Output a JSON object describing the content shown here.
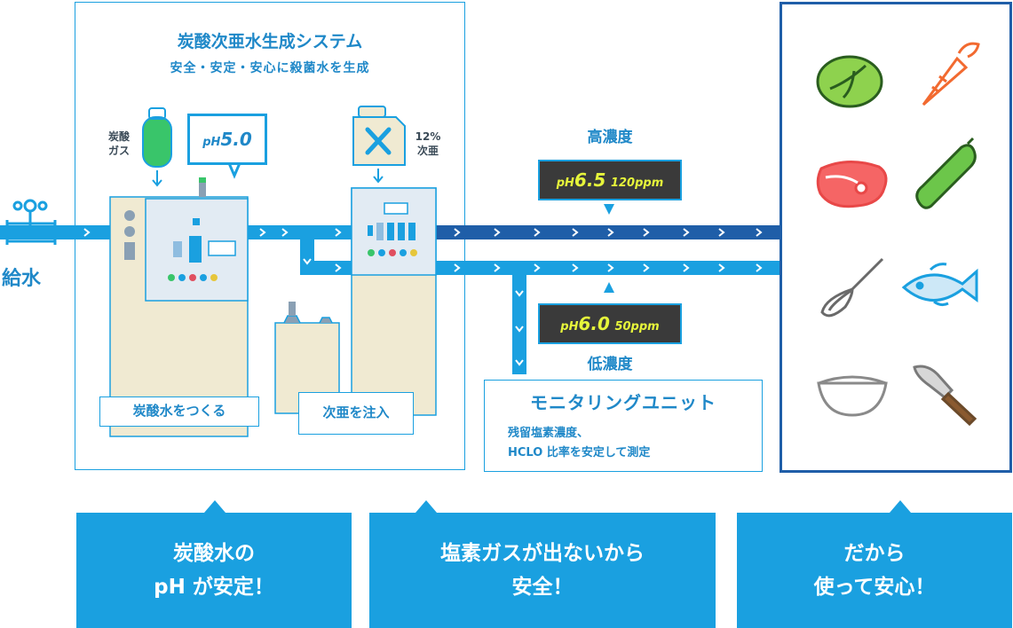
{
  "system": {
    "title": "炭酸次亜水生成システム",
    "subtitle": "安全・安定・安心に殺菌水を生成"
  },
  "supply_label": "給水",
  "co2_label_1": "炭酸",
  "co2_label_2": "ガス",
  "hypo_label_1": "12%",
  "hypo_label_2": "次亜",
  "carbonated_ph": {
    "prefix": "pH",
    "value": "5.0"
  },
  "steps": {
    "make_carbonated": "炭酸水をつくる",
    "inject_hypo": "次亜を注入"
  },
  "high": {
    "label": "高濃度",
    "ph_prefix": "pH",
    "ph": "6.5",
    "ppm": "120ppm"
  },
  "low": {
    "label": "低濃度",
    "ph_prefix": "pH",
    "ph": "6.0",
    "ppm": "50ppm"
  },
  "monitor": {
    "title": "モニタリングユニット",
    "line1": "残留塩素濃度、",
    "line2": "HCLO 比率を安定して測定"
  },
  "applications": [
    "lettuce-icon",
    "carrot-icon",
    "meat-icon",
    "cucumber-icon",
    "whisk-icon",
    "fish-icon",
    "bowl-icon",
    "knife-icon"
  ],
  "callouts": {
    "c1_line1": "炭酸水の",
    "c1_line2": "pH が安定！",
    "c2_line1": "塩素ガスが出ないから",
    "c2_line2": "安全！",
    "c3_line1": "だから",
    "c3_line2": "使って安心！"
  },
  "colors": {
    "accent": "#1aa0e0",
    "dark_pipe": "#1f5ea8",
    "machine": "#f0ead2",
    "panel": "#e2ebf3"
  }
}
